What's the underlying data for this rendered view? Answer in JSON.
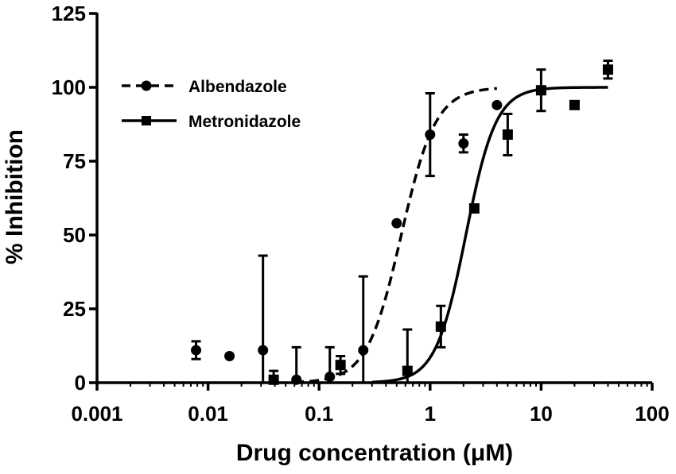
{
  "chart_data": {
    "type": "scatter",
    "xscale": "log",
    "xlabel": "Drug concentration (μM)",
    "ylabel": "% Inhibition",
    "xlim": [
      0.001,
      100
    ],
    "ylim": [
      0,
      125
    ],
    "x_ticks": [
      "0.001",
      "0.01",
      "0.1",
      "1",
      "10",
      "100"
    ],
    "y_ticks": [
      "0",
      "25",
      "50",
      "75",
      "100",
      "125"
    ],
    "grid": false,
    "legend_position": "top-left",
    "series": [
      {
        "name": "Albendazole",
        "marker": "circle",
        "line_style": "dashed",
        "color": "#000000",
        "points": [
          {
            "x": 0.0078,
            "y": 11,
            "err": 3
          },
          {
            "x": 0.0156,
            "y": 9,
            "err": 0
          },
          {
            "x": 0.03125,
            "y": 11,
            "err": 32
          },
          {
            "x": 0.0625,
            "y": 1,
            "err": 11
          },
          {
            "x": 0.125,
            "y": 2,
            "err": 10
          },
          {
            "x": 0.25,
            "y": 11,
            "err": 25
          },
          {
            "x": 0.5,
            "y": 54,
            "err": 0
          },
          {
            "x": 1,
            "y": 84,
            "err": 14
          },
          {
            "x": 2,
            "y": 81,
            "err": 3
          },
          {
            "x": 4,
            "y": 94,
            "err": 0
          }
        ],
        "fit": {
          "bottom": 0,
          "top": 100,
          "ec50": 0.55,
          "hill": 2.8,
          "x_range": [
            0.06,
            4
          ]
        }
      },
      {
        "name": "Metronidazole",
        "marker": "square",
        "line_style": "solid",
        "color": "#000000",
        "points": [
          {
            "x": 0.039,
            "y": 1,
            "err": 3
          },
          {
            "x": 0.156,
            "y": 6,
            "err": 3
          },
          {
            "x": 0.625,
            "y": 4,
            "err": 14
          },
          {
            "x": 1.25,
            "y": 19,
            "err": 7
          },
          {
            "x": 2.5,
            "y": 59,
            "err": 0
          },
          {
            "x": 5,
            "y": 84,
            "err": 7
          },
          {
            "x": 10,
            "y": 99,
            "err": 7
          },
          {
            "x": 20,
            "y": 94,
            "err": 0
          },
          {
            "x": 40,
            "y": 106,
            "err": 3
          }
        ],
        "fit": {
          "bottom": 0,
          "top": 100,
          "ec50": 2.1,
          "hill": 3.2,
          "x_range": [
            0.3,
            40
          ]
        }
      }
    ]
  }
}
